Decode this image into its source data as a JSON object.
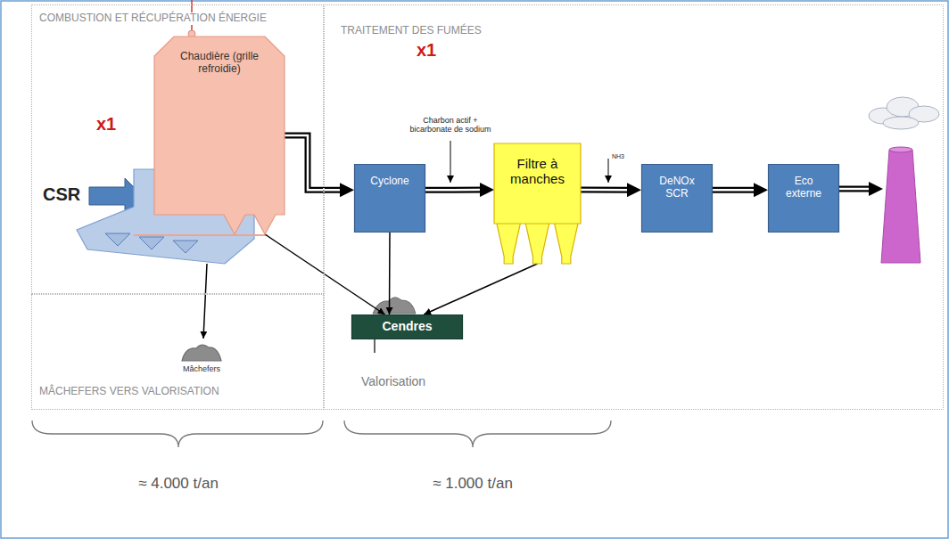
{
  "diagram": {
    "nodes": [
      {
        "text": [
          "COMBUSTION ET RÉCUPÉRATION ÉNERGIE"
        ]
      },
      {
        "text": [
          "Chaudière (grille refroidie)"
        ],
        "in": 0
      },
      {
        "text": [
          "TRAITEMENT DES FUMÉES"
        ]
      },
      {
        "text": [
          "Cyclone"
        ],
        "in": 2
      },
      {
        "text": [
          "Filtre à manches"
        ],
        "in": 2
      },
      {
        "text": [
          "DeNOx SCR"
        ],
        "in": 2
      },
      {
        "text": [
          "Eco externe"
        ],
        "in": 2
      },
      {
        "text": [
          "Cendres"
        ],
        "in": 2
      },
      {
        "text": [
          "MÂCHEFERS VERS VALORISATION"
        ]
      },
      {
        "text": [
          "Mâchefers"
        ],
        "in": 8
      }
    ],
    "edges": [
      {
        "from": 1,
        "to": 3,
        "arrow": "to"
      },
      {
        "from": 3,
        "to": 4,
        "arrow": "to"
      },
      {
        "from": 4,
        "to": 5,
        "arrow": "to"
      },
      {
        "from": 5,
        "to": 6,
        "arrow": "to"
      },
      {
        "from": 1,
        "to": 7,
        "arrow": "to"
      },
      {
        "from": 3,
        "to": 7,
        "arrow": "to"
      },
      {
        "from": 4,
        "to": 7,
        "arrow": "to"
      }
    ],
    "labels": [
      "x1",
      "CSR",
      "x1",
      "Charbon actif + bicarbonate de sodium",
      "NH3",
      "Valorisation",
      "≈ 4.000 t/an",
      "≈ 1.000 t/an"
    ]
  }
}
